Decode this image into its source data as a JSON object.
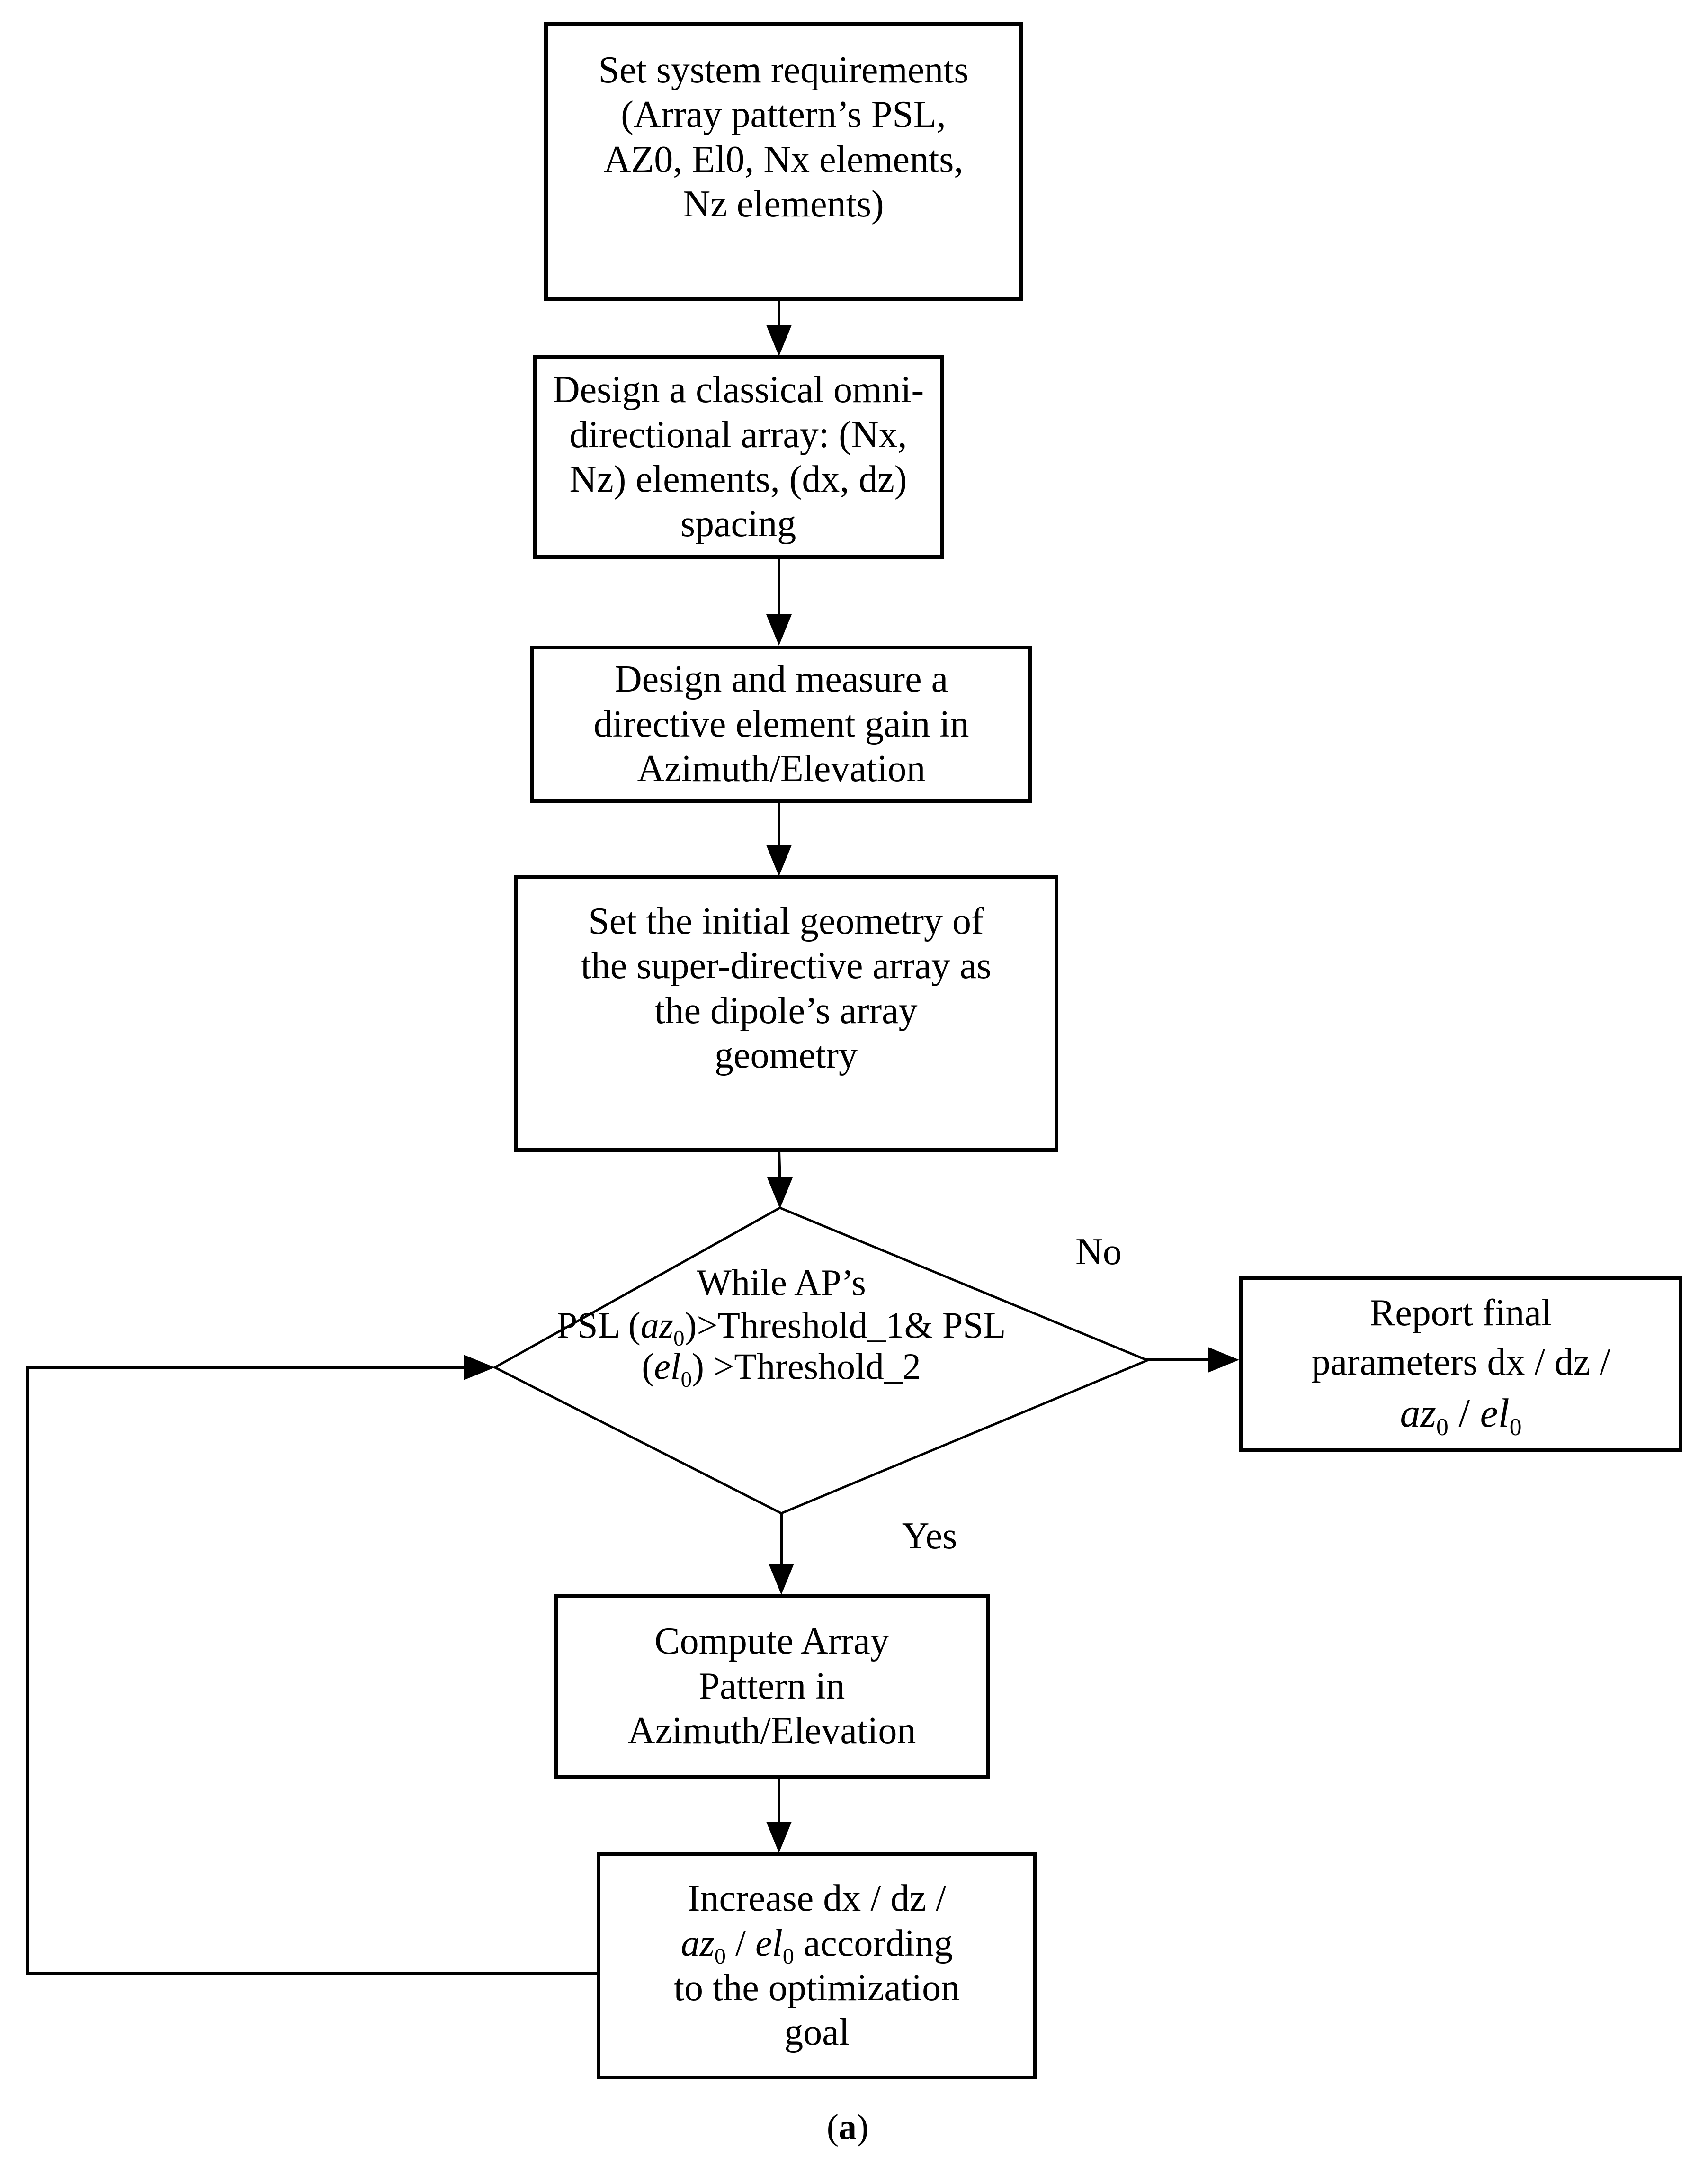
{
  "figure": {
    "caption": [
      "(",
      "a",
      ")"
    ]
  },
  "edge_labels": {
    "no": "No",
    "yes": "Yes"
  },
  "nodes": {
    "requirements": {
      "lines": [
        "Set system requirements",
        "(Array pattern’s PSL,",
        "AZ0, El0, Nx elements,",
        "Nz elements)"
      ]
    },
    "omni": {
      "lines": [
        "Design a classical omni-",
        "directional array: (Nx,",
        "Nz) elements, (dx, dz)",
        "spacing"
      ]
    },
    "directive": {
      "lines": [
        "Design and measure a",
        "directive element gain in",
        "Azimuth/Elevation"
      ]
    },
    "geometry": {
      "lines": [
        "Set the initial geometry of",
        "the super-directive array as",
        "the dipole’s array",
        "geometry"
      ]
    },
    "decision": {
      "line1": "While AP’s",
      "psl": [
        "PSL (",
        "az",
        "0",
        ")>Threshold_1& PSL"
      ],
      "el": [
        "(",
        "el",
        "0",
        ") >Threshold_2"
      ]
    },
    "report": {
      "line1": "Report final",
      "line2": "parameters dx / dz /",
      "math": [
        "az",
        "0",
        " / ",
        "el",
        "0"
      ]
    },
    "compute": {
      "lines": [
        "Compute Array",
        "Pattern in",
        "Azimuth/Elevation"
      ]
    },
    "increase": {
      "line1": "Increase dx / dz /",
      "math": [
        "az",
        "0",
        " / ",
        "el",
        "0"
      ],
      "line2b": " according",
      "line3": "to the optimization",
      "line4": "goal"
    }
  }
}
